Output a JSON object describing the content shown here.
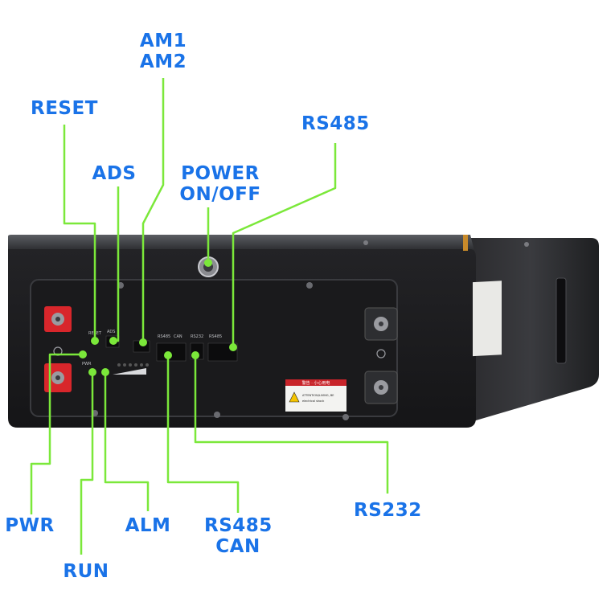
{
  "callouts": {
    "am1": "AM1",
    "am2": "AM2",
    "reset": "RESET",
    "rs485_top": "RS485",
    "ads": "ADS",
    "power_line1": "POWER",
    "power_line2": "ON/OFF",
    "pwr": "PWR",
    "alm": "ALM",
    "rs485_can_line1": "RS485",
    "rs485_can_line2": "CAN",
    "rs232": "RS232",
    "run": "RUN"
  },
  "panel_labels": {
    "reset": "RESET",
    "ads": "ADS",
    "rs485_a": "RS485",
    "can": "CAN",
    "rs232": "RS232",
    "rs485_b": "RS485",
    "pwr": "PWR"
  },
  "warning_label": {
    "header": "警告 · 小心用电",
    "line1": "ATTENTION/LIVING, BE",
    "line2": "electrical shock"
  },
  "colors": {
    "callout_text": "#1a73e8",
    "leader_line": "#7be83a",
    "battery_body": "#1c1c1e",
    "terminal_red": "#d8262b"
  }
}
